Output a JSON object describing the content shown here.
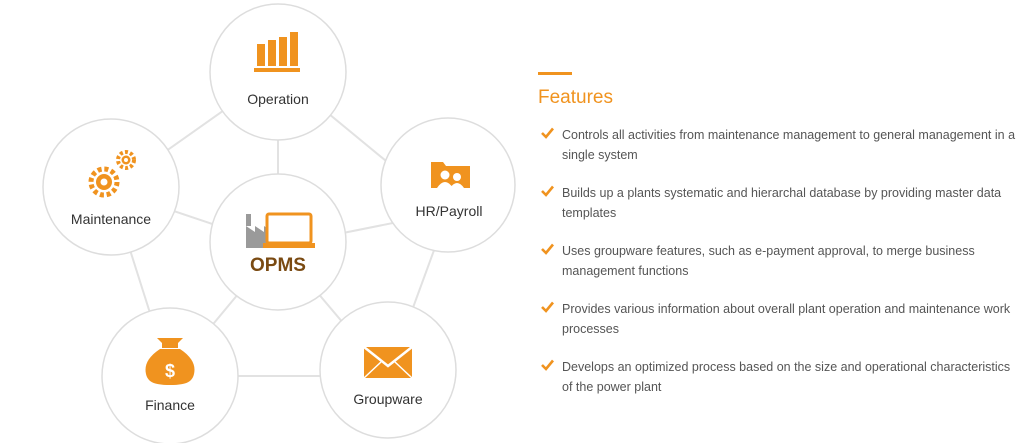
{
  "diagram": {
    "center": {
      "label": "OPMS"
    },
    "nodes": [
      {
        "id": "operation",
        "label": "Operation"
      },
      {
        "id": "hr",
        "label": "HR/Payroll"
      },
      {
        "id": "groupware",
        "label": "Groupware"
      },
      {
        "id": "finance",
        "label": "Finance"
      },
      {
        "id": "maintenance",
        "label": "Maintenance"
      }
    ],
    "colors": {
      "accent": "#f0931f",
      "line": "#e2e2e2",
      "circle_border": "#dddddd",
      "factory_gray": "#9a9a9a"
    },
    "icons": {
      "operation": "bar-chart-icon",
      "hr": "people-folder-icon",
      "groupware": "envelope-icon",
      "finance": "money-bag-icon",
      "maintenance": "gears-icon",
      "center": "factory-monitor-icon"
    }
  },
  "features": {
    "title": "Features",
    "items": [
      "Controls all activities from maintenance management to general management in a single system",
      "Builds up a plants systematic and hierarchal database by providing master data templates",
      "Uses groupware features, such as e-payment approval, to merge business management functions",
      "Provides various information about overall plant operation and maintenance work processes",
      "Develops an optimized process based on the size and operational characteristics of the power plant"
    ]
  }
}
